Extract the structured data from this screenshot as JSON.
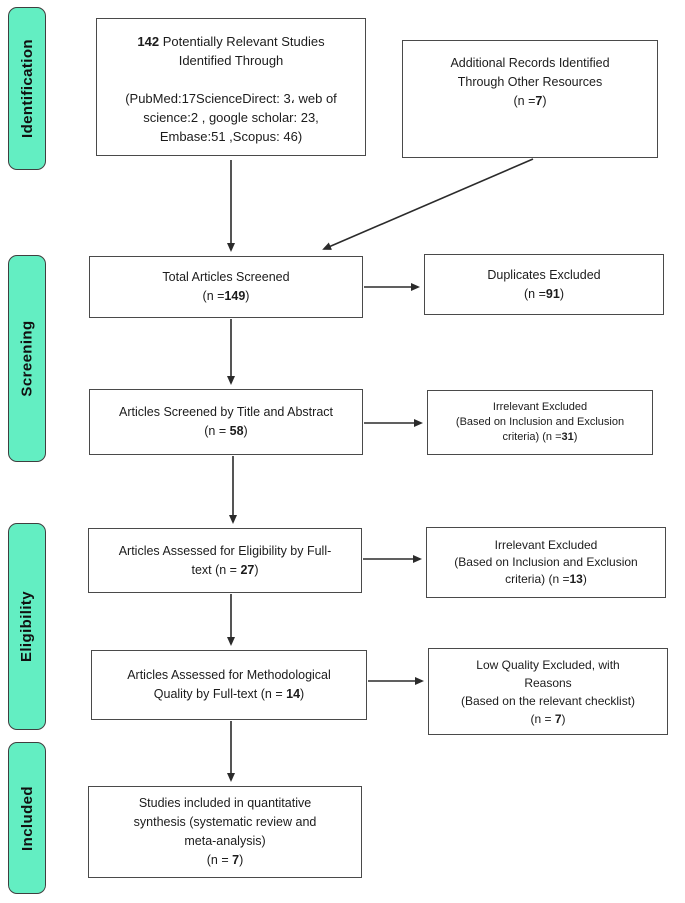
{
  "diagram": {
    "title": "PRISMA study selection flow diagram",
    "colors": {
      "stage_fill": "#63eec2",
      "stage_border": "#3f3f3f",
      "box_border": "#4a4a4a",
      "text": "#1c1c1c",
      "arrow": "#2b2b2b"
    },
    "stages": {
      "identification": "Identification",
      "screening": "Screening",
      "eligibility": "Eligibility",
      "included": "Included"
    },
    "boxes": {
      "identified": {
        "lines": [
          "**142** Potentially Relevant Studies",
          "Identified Through",
          "",
          "(PubMed:17ScienceDirect: 3، web of",
          "science:2 , google scholar: 23,",
          "Embase:51 ,Scopus: 46)"
        ]
      },
      "additional": {
        "lines": [
          "Additional Records Identified",
          "Through Other Resources",
          "(n =**7**)"
        ]
      },
      "screened": {
        "lines": [
          "Total Articles Screened",
          "(n =**149**)"
        ]
      },
      "duplicates": {
        "lines": [
          "Duplicates Excluded",
          "(n =**91**)"
        ]
      },
      "title_abstract": {
        "lines": [
          "Articles Screened by Title and Abstract",
          "(n = **58**)"
        ]
      },
      "irrelevant_1": {
        "lines": [
          "Irrelevant Excluded",
          "(Based on Inclusion and Exclusion",
          "criteria)  (n =**31**)"
        ]
      },
      "eligibility_fulltext": {
        "lines": [
          "Articles Assessed for Eligibility by Full-",
          "text (n = **27**)"
        ]
      },
      "irrelevant_2": {
        "lines": [
          "Irrelevant Excluded",
          "(Based on Inclusion and Exclusion",
          "criteria) (n =**13**)"
        ]
      },
      "methodological": {
        "lines": [
          "Articles Assessed for Methodological",
          "Quality by Full-text (n = **14**)"
        ]
      },
      "low_quality": {
        "lines": [
          "Low Quality Excluded, with",
          "Reasons",
          "(Based on the relevant checklist)",
          "(n = **7**)"
        ]
      },
      "included_quant": {
        "lines": [
          "Studies included in quantitative",
          "synthesis (systematic review and",
          "meta-analysis)",
          "(n = **7**)"
        ]
      }
    }
  }
}
